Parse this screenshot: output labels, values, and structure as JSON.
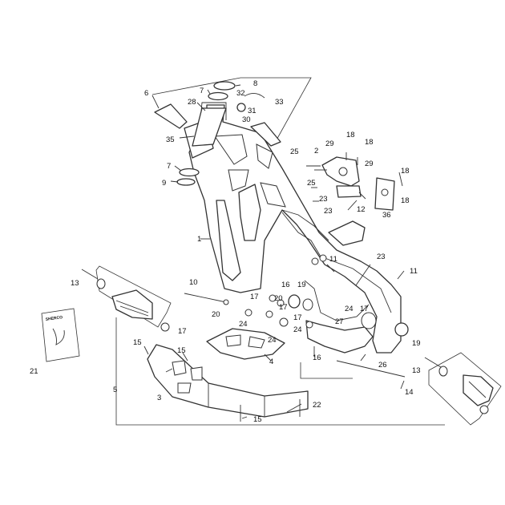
{
  "diagram": {
    "brand_tag": "SHERCO",
    "callouts": [
      "1",
      "2",
      "3",
      "4",
      "5",
      "6",
      "7",
      "8",
      "9",
      "10",
      "11",
      "12",
      "13",
      "14",
      "15",
      "16",
      "17",
      "18",
      "19",
      "20",
      "21",
      "22",
      "23",
      "24",
      "25",
      "26",
      "27",
      "28",
      "29",
      "30",
      "31",
      "32",
      "33",
      "35",
      "36"
    ]
  }
}
